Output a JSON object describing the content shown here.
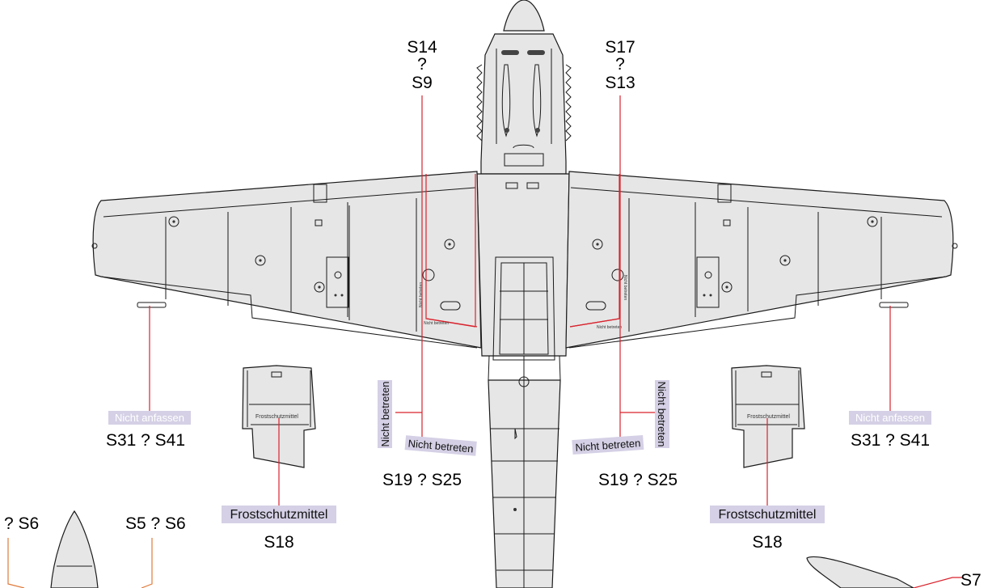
{
  "callouts": {
    "left_root_top": "S14",
    "left_root_q": "?",
    "left_root_bottom": "S9",
    "right_root_top": "S17",
    "right_root_q": "?",
    "right_root_bottom": "S13",
    "left_wingtip": "S31 ? S41",
    "right_wingtip": "S31 ? S41",
    "left_walkway": "S19 ? S25",
    "right_walkway": "S19 ? S25",
    "left_radiator": "S18",
    "right_radiator": "S18",
    "bottom_left_1": "? S6",
    "bottom_left_2": "S5 ? S6",
    "bottom_right": "S7"
  },
  "stencils": {
    "nicht_anfassen": "Nicht anfassen",
    "nicht_betreten": "Nicht betreten",
    "frostschutzmittel": "Frostschutzmittel"
  },
  "colors": {
    "airframe": "#e6e6e6",
    "outline": "#1a1a1a",
    "leader_red": "#d9232d",
    "leader_orange": "#e07a3a",
    "stencil_bg": "#d5d0e5"
  }
}
